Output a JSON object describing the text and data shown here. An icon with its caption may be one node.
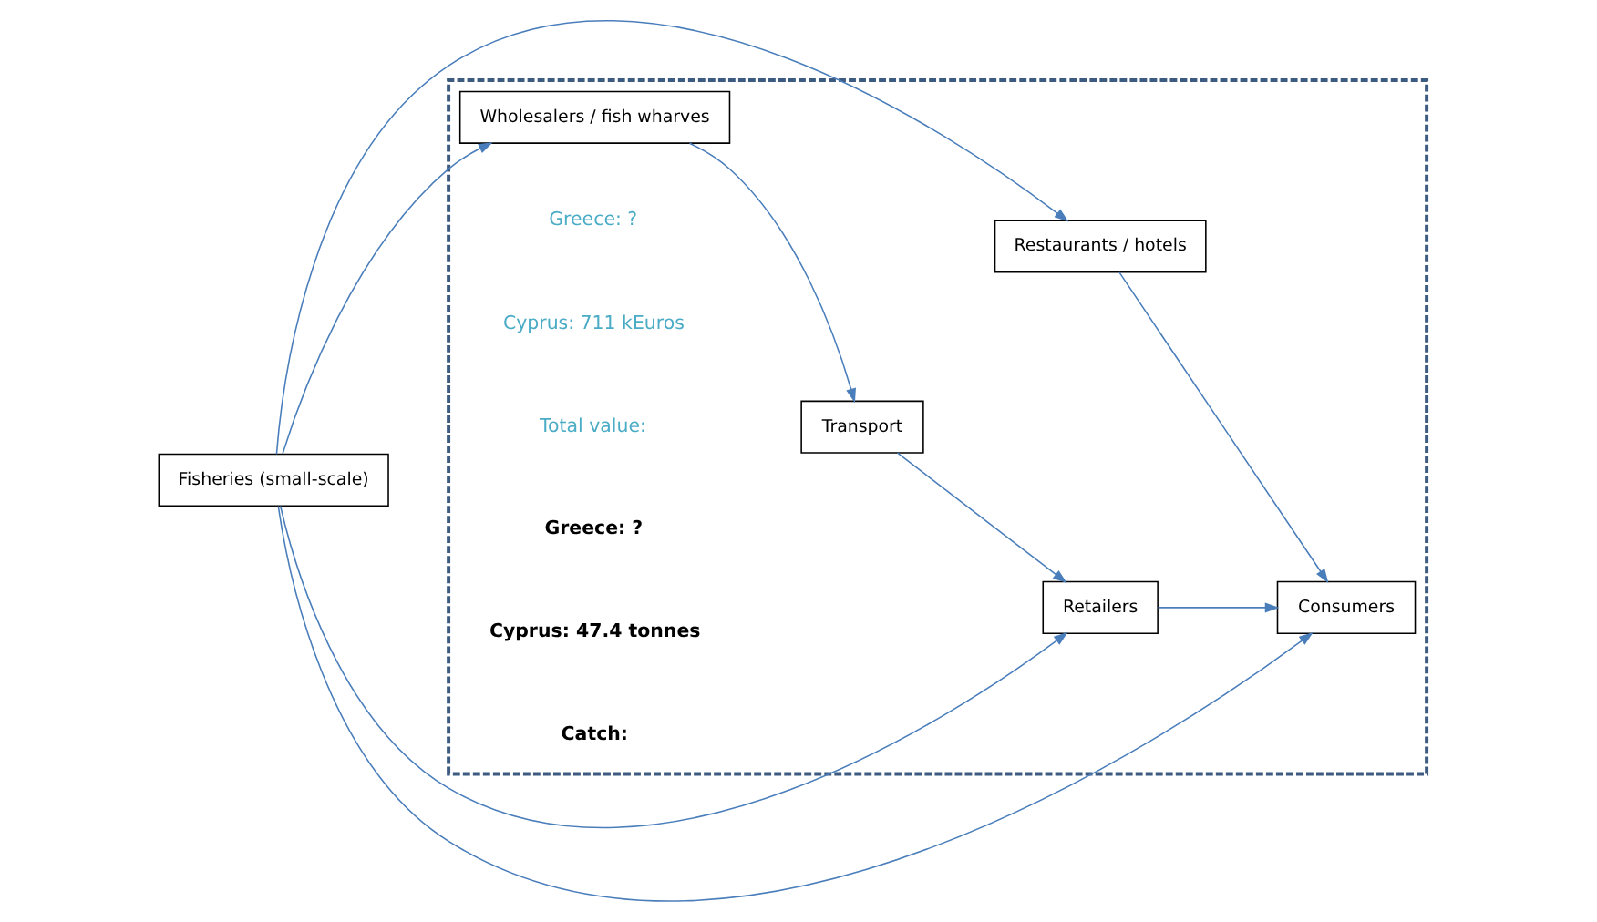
{
  "diagram": {
    "nodes": [
      {
        "text": [],
        "shape": "box"
      },
      {
        "text": [
          "Fisheries (small-scale)"
        ]
      },
      {
        "text": [
          "Wholesalers / fish wharves"
        ],
        "in": 0
      },
      {
        "text": [
          "Transport"
        ],
        "in": 0
      },
      {
        "text": [
          "Retailers"
        ],
        "in": 0
      },
      {
        "text": [
          "Consumers"
        ],
        "in": 0
      },
      {
        "text": [
          "Restaurants / hotels"
        ],
        "in": 0
      }
    ],
    "edges": [
      {
        "from": 1,
        "to": 2,
        "arrow": "to"
      },
      {
        "from": 1,
        "to": 4,
        "arrow": "to"
      },
      {
        "from": 1,
        "to": 6,
        "arrow": "to"
      },
      {
        "from": 1,
        "to": 5,
        "arrow": "to"
      },
      {
        "from": 2,
        "to": 3,
        "arrow": "to"
      },
      {
        "from": 3,
        "to": 4,
        "arrow": "to"
      },
      {
        "from": 4,
        "to": 5,
        "arrow": "to"
      },
      {
        "from": 6,
        "to": 5,
        "arrow": "to"
      }
    ],
    "labels": [
      "Catch:",
      "Cyprus: 47.4 tonnes",
      "Greece: ?",
      "Total value:",
      "Cyprus: 711 kEuros",
      "Greece: ?"
    ]
  }
}
